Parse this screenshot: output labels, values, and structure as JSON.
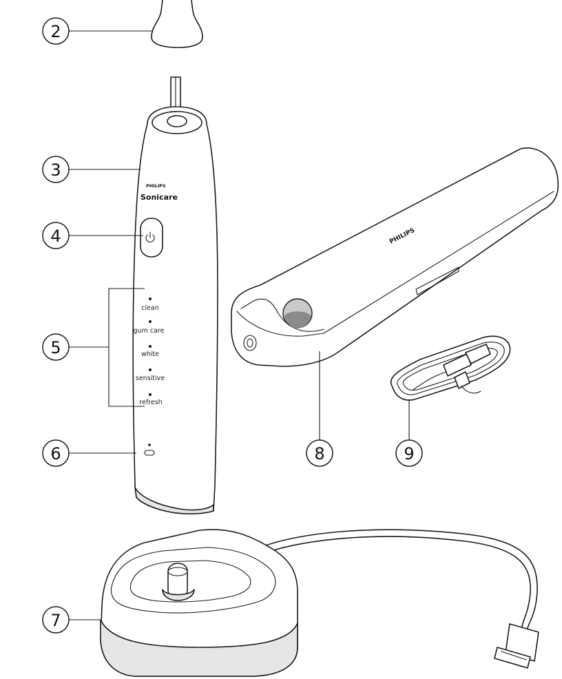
{
  "callouts": [
    "2",
    "3",
    "4",
    "5",
    "6",
    "7",
    "8",
    "9"
  ],
  "handle": {
    "brand": "PHILIPS",
    "model": "Sonicare",
    "modes": [
      "clean",
      "gum care",
      "white",
      "sensitive",
      "refresh"
    ]
  },
  "travel_case": {
    "brand": "PHILIPS"
  }
}
